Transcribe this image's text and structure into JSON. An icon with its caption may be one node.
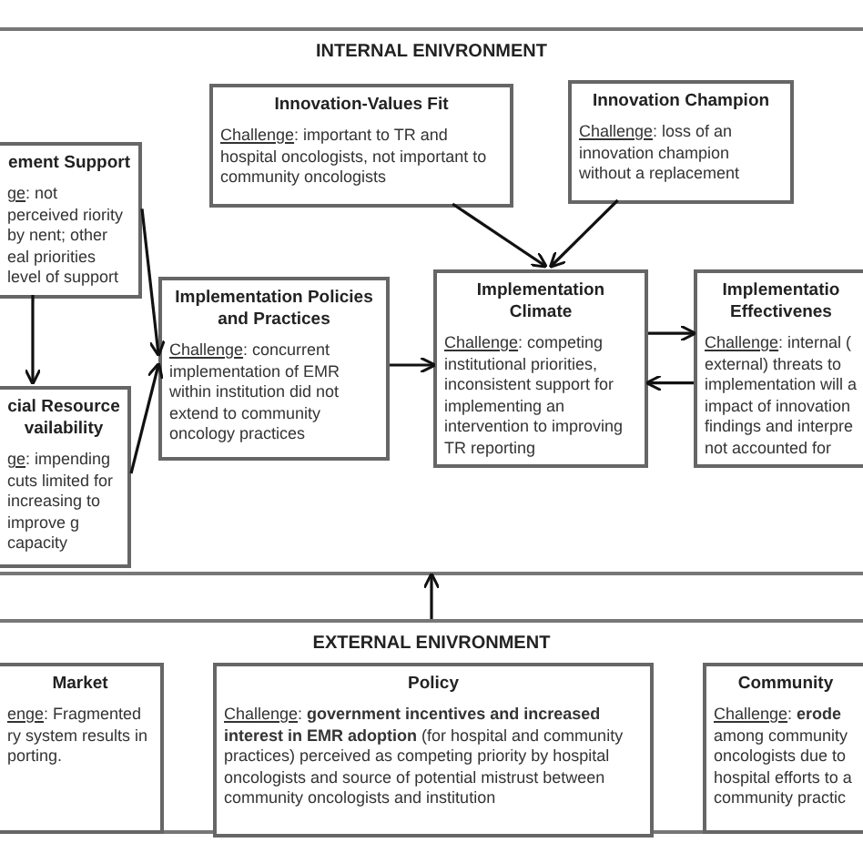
{
  "diagram": {
    "nodes": [
      {
        "text": [
          "INTERNAL ENIVRONMENT"
        ]
      },
      {
        "text": [
          "ement Support",
          "ge: not perceived riority by nent; other eal priorities level of support"
        ],
        "in": 0
      },
      {
        "text": [
          "cial Resource vailability",
          "ge: impending cuts limited for increasing to improve g capacity"
        ],
        "in": 0
      },
      {
        "text": [
          "Innovation-Values Fit",
          "Challenge: important to TR and hospital oncologists, not important to community oncologists"
        ],
        "in": 0
      },
      {
        "text": [
          "Innovation Champion",
          "Challenge: loss of an innovation champion without a replacement"
        ],
        "in": 0
      },
      {
        "text": [
          "Implementation Policies and Practices",
          "Challenge: concurrent implementation of EMR within institution did not extend to community oncology practices"
        ],
        "in": 0
      },
      {
        "text": [
          "Implementation Climate",
          "Challenge: competing institutional priorities, inconsistent support for implementing an intervention to improving TR reporting"
        ],
        "in": 0
      },
      {
        "text": [
          "Implementatio Effectivenes",
          "Challenge: internal ( external) threats to implementation will a impact of innovation findings and interpre not accounted for"
        ],
        "in": 0
      },
      {
        "text": [
          "EXTERNAL ENIVRONMENT"
        ]
      },
      {
        "text": [
          "Market",
          "enge: Fragmented ry system results in porting."
        ],
        "in": 8
      },
      {
        "text": [
          "Policy",
          "Challenge: **government incentives and increased interest in EMR adoption** (for hospital and community practices) perceived as competing priority by hospital oncologists and source of potential mistrust between community oncologists and institution"
        ],
        "in": 8
      },
      {
        "text": [
          "Community",
          "Challenge: **erode** among community oncologists due to hospital efforts to a community practic"
        ],
        "in": 8
      }
    ],
    "edges": [
      {
        "from": 1,
        "to": 2,
        "arrow": "to"
      },
      {
        "from": 1,
        "to": 5,
        "arrow": "to"
      },
      {
        "from": 2,
        "to": 5,
        "arrow": "to"
      },
      {
        "from": 5,
        "to": 6,
        "arrow": "to"
      },
      {
        "from": 3,
        "to": 6,
        "arrow": "to"
      },
      {
        "from": 4,
        "to": 6,
        "arrow": "to"
      },
      {
        "from": 6,
        "to": 7,
        "arrow": "to"
      },
      {
        "from": 7,
        "to": 6,
        "arrow": "to"
      },
      {
        "from": 8,
        "to": 0,
        "arrow": "to"
      }
    ]
  }
}
